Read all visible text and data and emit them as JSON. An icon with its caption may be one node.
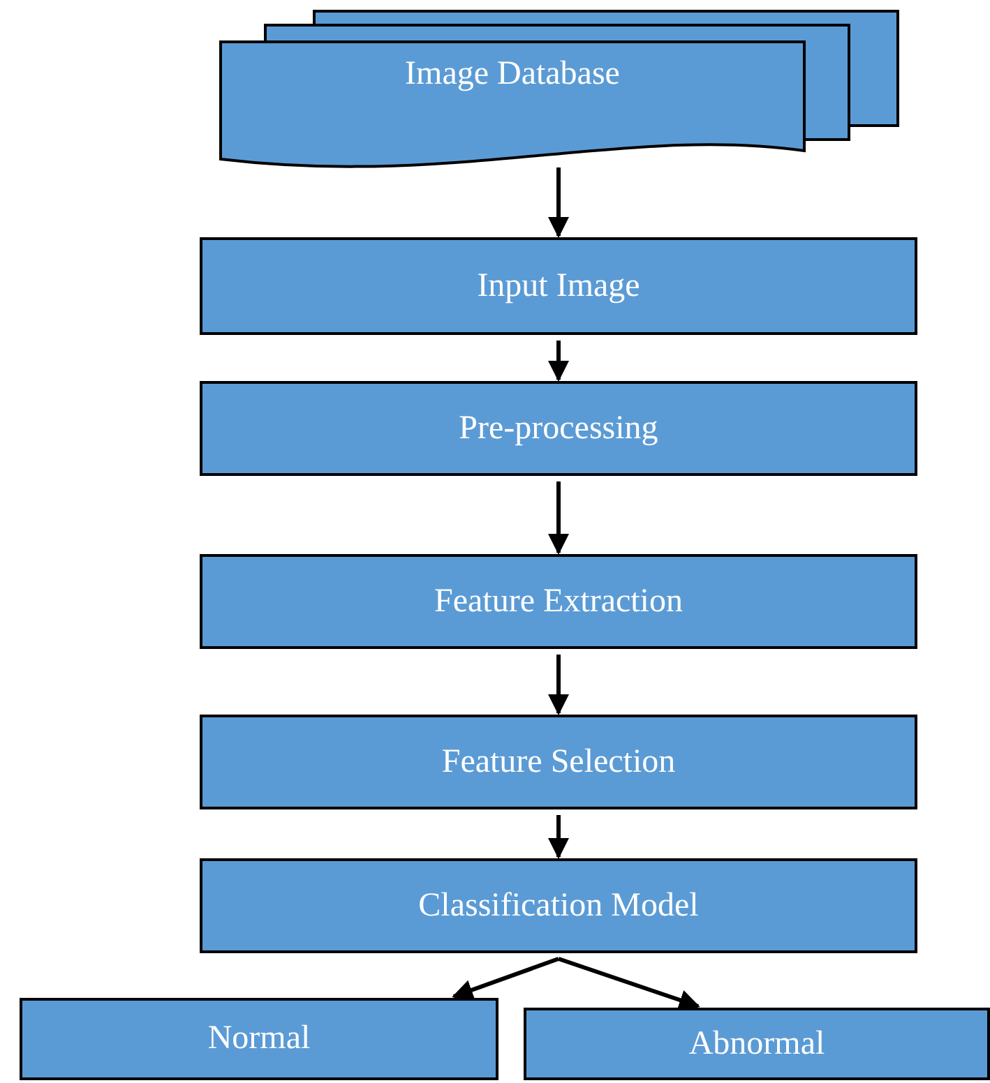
{
  "diagram": {
    "nodes": [
      {
        "text": [
          "Image Database"
        ]
      },
      {
        "text": [
          "Input Image"
        ]
      },
      {
        "text": [
          "Pre-processing"
        ]
      },
      {
        "text": [
          "Feature Extraction"
        ]
      },
      {
        "text": [
          "Feature Selection"
        ]
      },
      {
        "text": [
          "Classification Model"
        ]
      },
      {
        "text": [
          "Normal"
        ]
      },
      {
        "text": [
          "Abnormal"
        ]
      }
    ],
    "edges": [
      {
        "from": 0,
        "to": 1,
        "arrow": "to"
      },
      {
        "from": 1,
        "to": 2,
        "arrow": "to"
      },
      {
        "from": 2,
        "to": 3,
        "arrow": "to"
      },
      {
        "from": 3,
        "to": 4,
        "arrow": "to"
      },
      {
        "from": 4,
        "to": 5,
        "arrow": "to"
      },
      {
        "from": 5,
        "to": 6,
        "arrow": "to"
      },
      {
        "from": 5,
        "to": 7,
        "arrow": "to"
      }
    ]
  }
}
